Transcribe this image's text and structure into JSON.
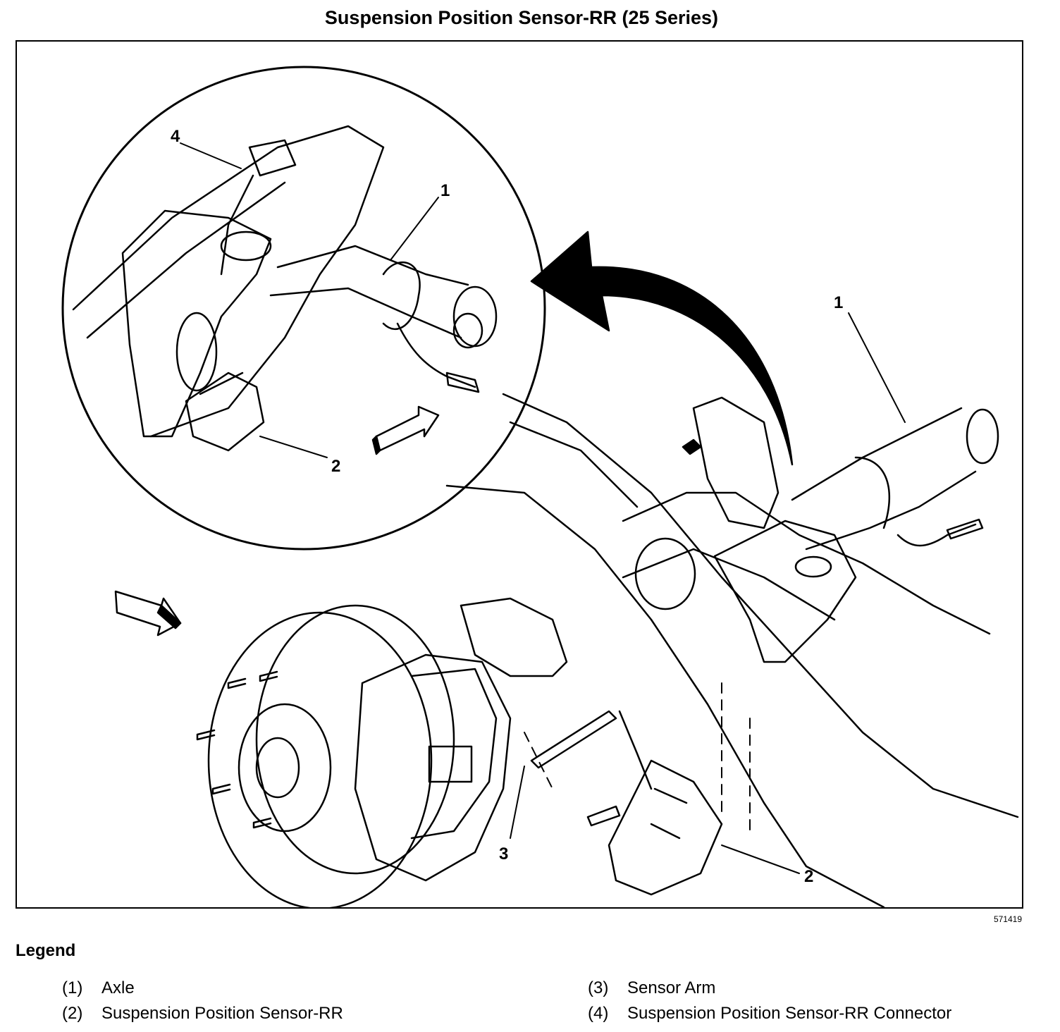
{
  "title": "Suspension Position Sensor-RR (25 Series)",
  "figure_number": "571419",
  "legend_title": "Legend",
  "legend": [
    {
      "num": "(1)",
      "label": "Axle"
    },
    {
      "num": "(2)",
      "label": "Suspension Position Sensor-RR"
    },
    {
      "num": "(3)",
      "label": "Sensor Arm"
    },
    {
      "num": "(4)",
      "label": "Suspension Position Sensor-RR Connector"
    }
  ],
  "callouts": {
    "inset_1": "1",
    "inset_2": "2",
    "inset_4": "4",
    "main_1": "1",
    "main_2": "2",
    "main_3": "3"
  }
}
